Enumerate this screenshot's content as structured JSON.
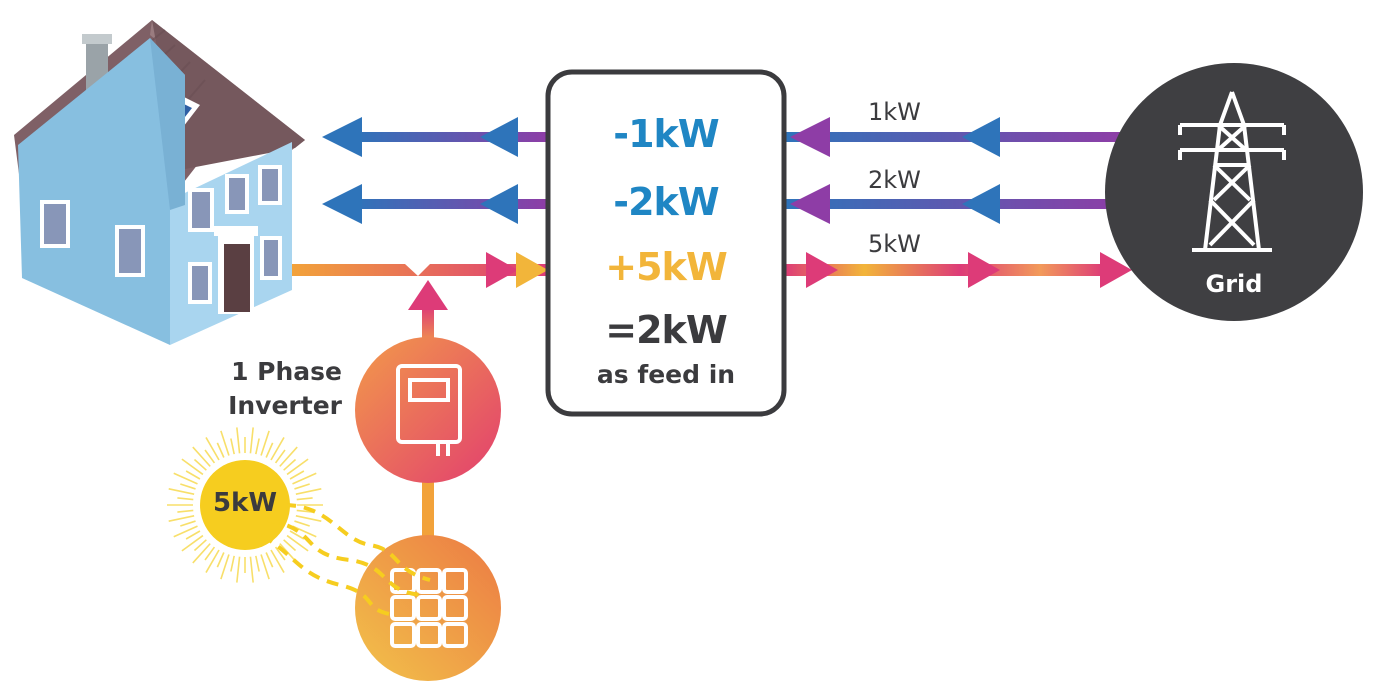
{
  "meter": {
    "line1": "-1kW",
    "line2": "-2kW",
    "line3": "+5kW",
    "result": "=2kW",
    "result_caption": "as feed in"
  },
  "grid": {
    "label": "Grid",
    "flow1_label": "1kW",
    "flow2_label": "2kW",
    "flow3_label": "5kW"
  },
  "inverter": {
    "label_line1": "1 Phase",
    "label_line2": "Inverter"
  },
  "sun": {
    "label": "5kW"
  },
  "colors": {
    "import_blue": "#2e74ba",
    "import_purple": "#8e3da6",
    "export_pink": "#dd3b78",
    "export_yellow": "#f2b53a",
    "negative_text": "#1f86c4",
    "positive_text": "#f2b53a",
    "dark": "#3b3b3e",
    "sun": "#f6cd1f"
  },
  "icons": {
    "house": "house-with-solar-roof-icon",
    "grid": "transmission-tower-icon",
    "inverter": "inverter-icon",
    "panel": "solar-panel-icon",
    "sun": "sun-icon"
  }
}
